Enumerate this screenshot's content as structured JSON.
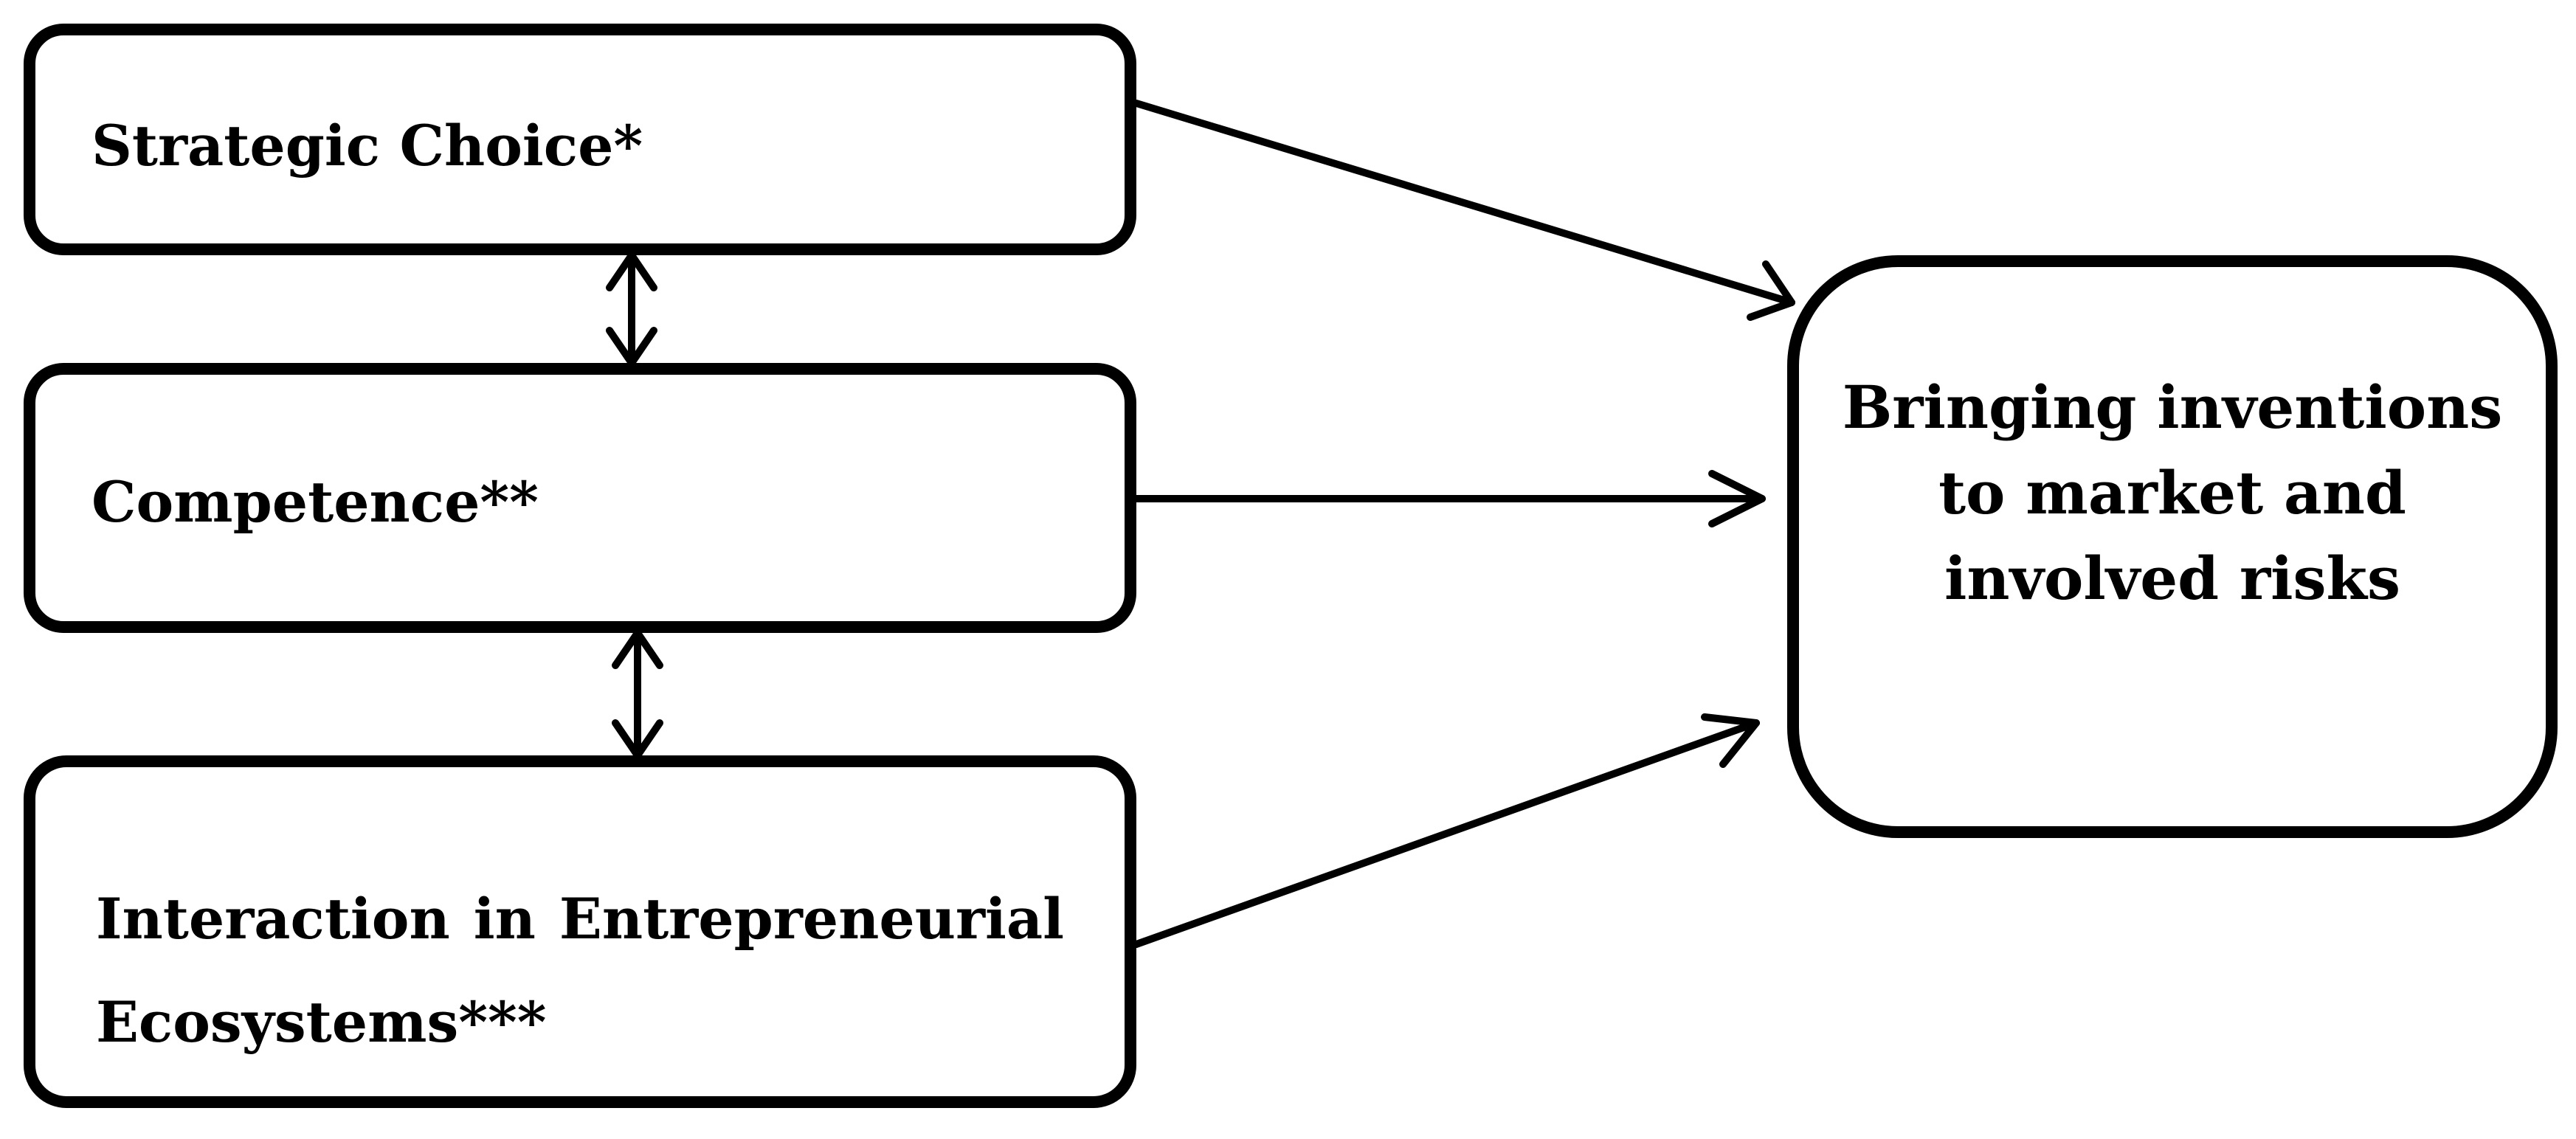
{
  "nodes": {
    "strategic_choice": "Strategic Choice*",
    "competence": "Competence**",
    "interaction": "Interaction in Entrepreneurial Ecosystems***",
    "outcome": "Bringing inventions to market and involved risks"
  },
  "edges": [
    {
      "from": "strategic_choice",
      "to": "outcome",
      "type": "directed"
    },
    {
      "from": "competence",
      "to": "outcome",
      "type": "directed"
    },
    {
      "from": "interaction",
      "to": "outcome",
      "type": "directed"
    },
    {
      "from": "strategic_choice",
      "to": "competence",
      "type": "bidirectional"
    },
    {
      "from": "competence",
      "to": "interaction",
      "type": "bidirectional"
    }
  ]
}
